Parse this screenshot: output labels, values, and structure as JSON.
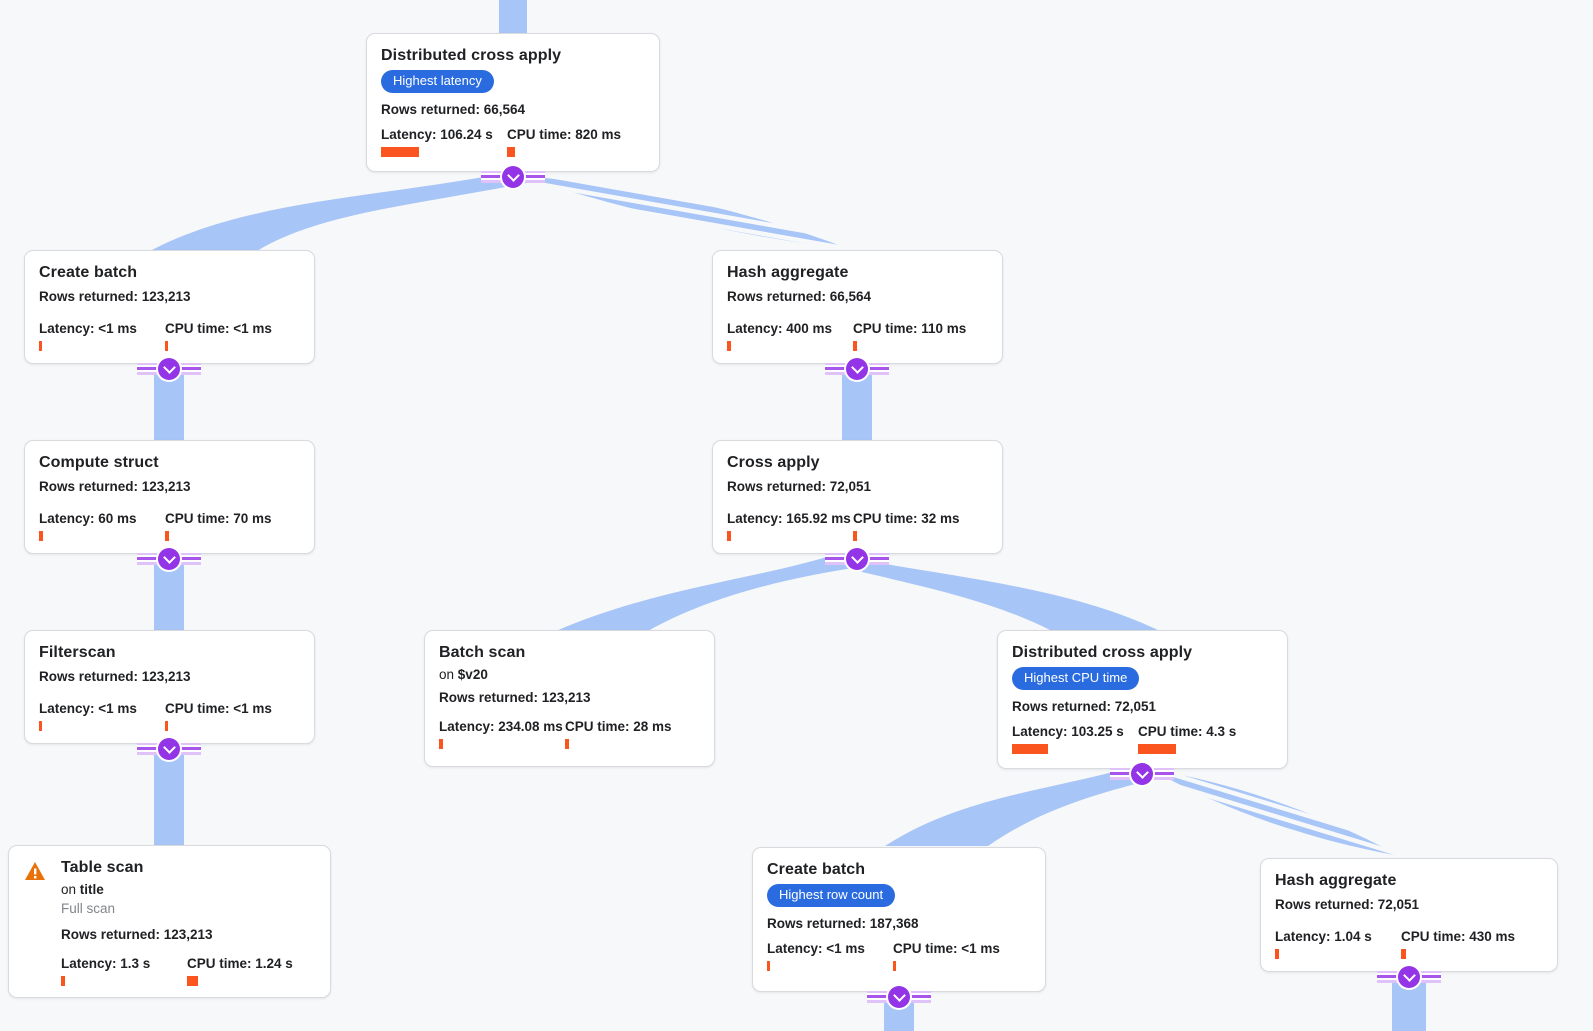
{
  "colors": {
    "background": "#f7f8fa",
    "edge_blue": "#a7c5f6",
    "metric_orange": "#fa551e",
    "badge_blue": "#2a6ce0",
    "expand_purple": "#9334e6",
    "warning_orange": "#e8710a",
    "text_primary": "#202124",
    "text_muted": "#80868b"
  },
  "nodes": [
    {
      "title": "Distributed cross apply",
      "badge": "Highest latency",
      "rows": "Rows returned: 66,564",
      "latency": "Latency: 106.24 s",
      "cpu": "CPU time: 820 ms",
      "latency_bar": 38,
      "cpu_bar": 8
    },
    {
      "title": "Create batch",
      "rows": "Rows returned: 123,213",
      "latency": "Latency: <1 ms",
      "cpu": "CPU time: <1 ms",
      "latency_bar": 3,
      "cpu_bar": 3
    },
    {
      "title": "Hash aggregate",
      "rows": "Rows returned: 66,564",
      "latency": "Latency: 400 ms",
      "cpu": "CPU time: 110 ms",
      "latency_bar": 4,
      "cpu_bar": 4
    },
    {
      "title": "Compute struct",
      "rows": "Rows returned: 123,213",
      "latency": "Latency: 60 ms",
      "cpu": "CPU time: 70 ms",
      "latency_bar": 4,
      "cpu_bar": 4
    },
    {
      "title": "Cross apply",
      "rows": "Rows returned: 72,051",
      "latency": "Latency: 165.92 ms",
      "cpu": "CPU time: 32 ms",
      "latency_bar": 4,
      "cpu_bar": 4
    },
    {
      "title": "Filterscan",
      "rows": "Rows returned: 123,213",
      "latency": "Latency: <1 ms",
      "cpu": "CPU time: <1 ms",
      "latency_bar": 3,
      "cpu_bar": 3
    },
    {
      "title": "Batch scan",
      "on_prefix": "on",
      "on_target": "$v20",
      "rows": "Rows returned: 123,213",
      "latency": "Latency: 234.08 ms",
      "cpu": "CPU time: 28 ms",
      "latency_bar": 4,
      "cpu_bar": 4
    },
    {
      "title": "Distributed cross apply",
      "badge": "Highest CPU time",
      "rows": "Rows returned: 72,051",
      "latency": "Latency: 103.25 s",
      "cpu": "CPU time: 4.3 s",
      "latency_bar": 36,
      "cpu_bar": 38
    },
    {
      "title": "Table scan",
      "on_prefix": "on",
      "on_target": "title",
      "note": "Full scan",
      "rows": "Rows returned: 123,213",
      "latency": "Latency: 1.3 s",
      "cpu": "CPU time: 1.24 s",
      "latency_bar": 4,
      "cpu_bar": 11
    },
    {
      "title": "Create batch",
      "badge": "Highest row count",
      "rows": "Rows returned: 187,368",
      "latency": "Latency: <1 ms",
      "cpu": "CPU time: <1 ms",
      "latency_bar": 3,
      "cpu_bar": 3
    },
    {
      "title": "Hash aggregate",
      "rows": "Rows returned: 72,051",
      "latency": "Latency: 1.04 s",
      "cpu": "CPU time: 430 ms",
      "latency_bar": 4,
      "cpu_bar": 5
    }
  ]
}
